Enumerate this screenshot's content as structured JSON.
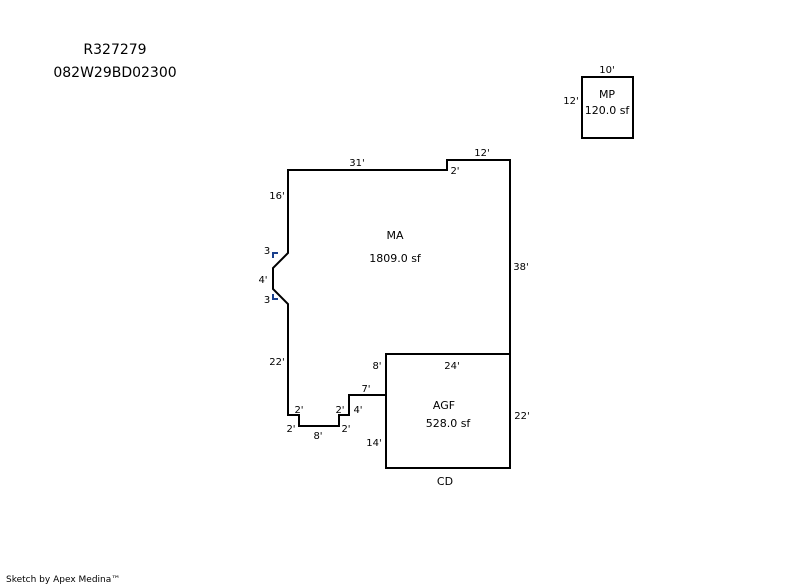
{
  "header": {
    "record_id": "R327279",
    "parcel_id": "082W29BD02300"
  },
  "areas": {
    "ma": {
      "code": "MA",
      "area": "1809.0 sf"
    },
    "agf": {
      "code": "AGF",
      "area": "528.0 sf"
    },
    "mp": {
      "code": "MP",
      "area": "120.0 sf"
    },
    "cd": {
      "code": "CD"
    }
  },
  "dimensions": {
    "ma_top_left": "31'",
    "ma_top_right": "12'",
    "ma_top_step": "2'",
    "ma_left_upper": "16'",
    "ma_bay_top": "3",
    "ma_bay_side": "4'",
    "ma_bay_bottom": "3",
    "ma_right": "38'",
    "ma_left_lower": "22'",
    "ma_jog_a_right": "2'",
    "ma_jog_a_bottom": "2'",
    "ma_bottom": "8'",
    "ma_jog_b_top": "2'",
    "ma_jog_b_bottom": "2'",
    "ma_step_side": "4'",
    "ma_step_top": "7'",
    "agf_top": "24'",
    "agf_left_upper": "8'",
    "agf_right": "22'",
    "agf_left_lower": "14'",
    "mp_top": "10'",
    "mp_left": "12'"
  },
  "footer": {
    "credit": "Sketch by Apex Medina™"
  }
}
